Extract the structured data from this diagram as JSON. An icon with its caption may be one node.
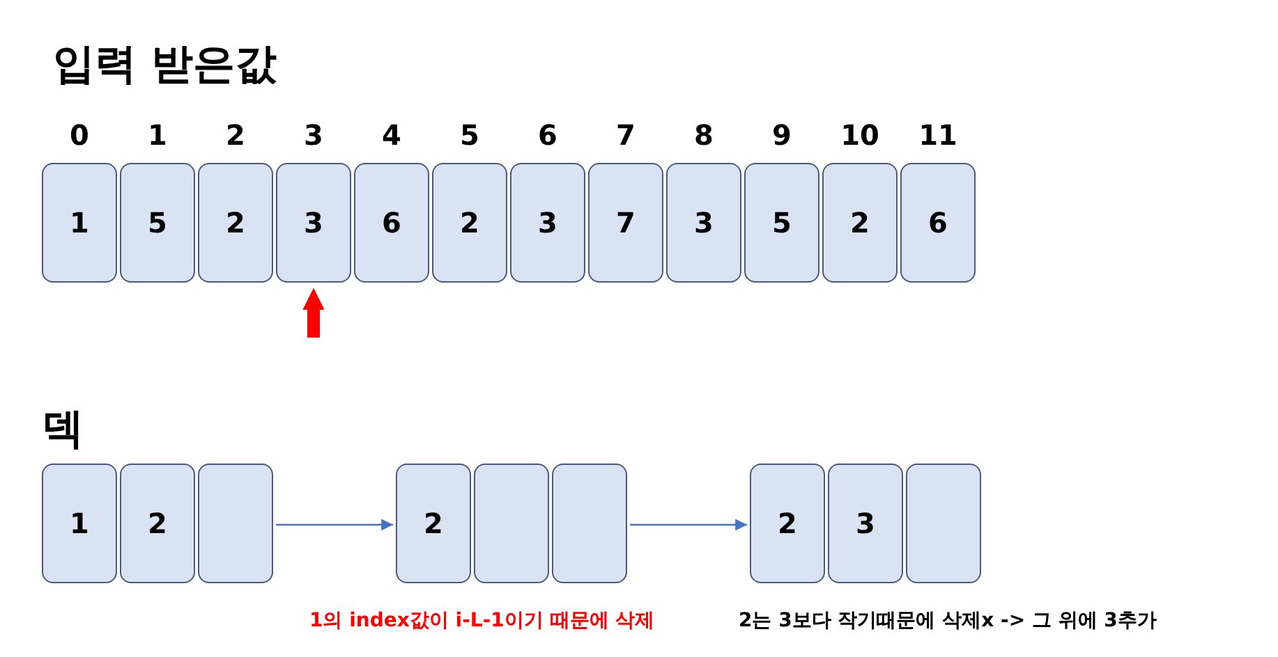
{
  "diagram": {
    "title": "입력 받은값",
    "nodes": [
      {
        "text": [
          "1"
        ],
        "beside": [
          "0"
        ]
      },
      {
        "text": [
          "5"
        ],
        "beside": [
          "1"
        ]
      },
      {
        "text": [
          "2"
        ],
        "beside": [
          "2"
        ]
      },
      {
        "text": [
          "3"
        ],
        "beside": [
          "3"
        ]
      },
      {
        "text": [
          "6"
        ],
        "beside": [
          "4"
        ]
      },
      {
        "text": [
          "2"
        ],
        "beside": [
          "5"
        ]
      },
      {
        "text": [
          "3"
        ],
        "beside": [
          "6"
        ]
      },
      {
        "text": [
          "7"
        ],
        "beside": [
          "7"
        ]
      },
      {
        "text": [
          "3"
        ],
        "beside": [
          "8"
        ]
      },
      {
        "text": [
          "5"
        ],
        "beside": [
          "9"
        ]
      },
      {
        "text": [
          "2"
        ],
        "beside": [
          "10"
        ]
      },
      {
        "text": [
          "6"
        ],
        "beside": [
          "11"
        ]
      },
      {
        "text": [
          "1"
        ]
      },
      {
        "text": [
          "2"
        ]
      },
      {
        "text": [],
        "shape": "box"
      },
      {
        "text": [
          "2"
        ]
      },
      {
        "text": [],
        "shape": "box"
      },
      {
        "text": [],
        "shape": "box"
      },
      {
        "text": [
          "2"
        ]
      },
      {
        "text": [
          "3"
        ]
      },
      {
        "text": [],
        "shape": "box"
      }
    ],
    "edges": [
      {
        "from": 14,
        "to": 15,
        "arrow": "to",
        "color": "#4472c4"
      },
      {
        "from": 17,
        "to": 18,
        "arrow": "to",
        "color": "#4472c4"
      }
    ],
    "labels": [
      "덱",
      "1의 index값이 i-L-1이기 때문에 삭제",
      "2는 3보다 작기때문에 삭제x -> 그 위에 3추가"
    ]
  }
}
